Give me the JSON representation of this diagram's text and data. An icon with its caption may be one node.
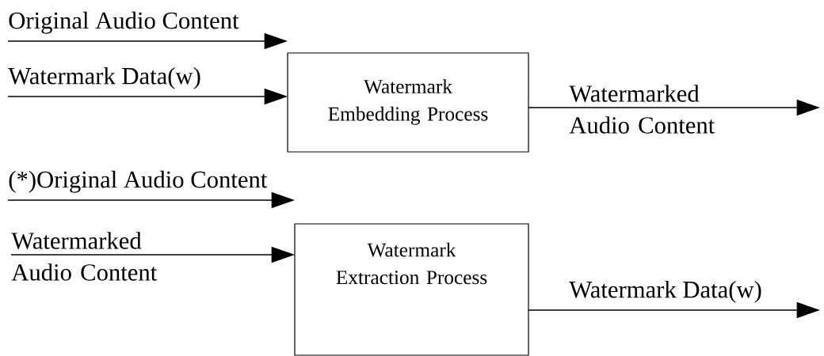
{
  "diagram": {
    "nodes": [
      {
        "text": [
          "Watermark Embedding Process"
        ]
      },
      {
        "text": [
          "Watermark Extraction Process"
        ]
      }
    ],
    "edges": [
      {
        "from": null,
        "to": 0,
        "arrow": "to",
        "label": "Original Audio Content"
      },
      {
        "from": null,
        "to": 0,
        "arrow": "to",
        "label": "Watermark Data(w)"
      },
      {
        "from": 0,
        "to": null,
        "arrow": "to",
        "label": "Watermarked Audio Content"
      },
      {
        "from": null,
        "to": 1,
        "arrow": "to",
        "label": "(*)Original Audio Content"
      },
      {
        "from": null,
        "to": 1,
        "arrow": "to",
        "label": "Watermarked Audio Content"
      },
      {
        "from": 1,
        "to": null,
        "arrow": "to",
        "label": "Watermark Data(w)"
      }
    ]
  }
}
